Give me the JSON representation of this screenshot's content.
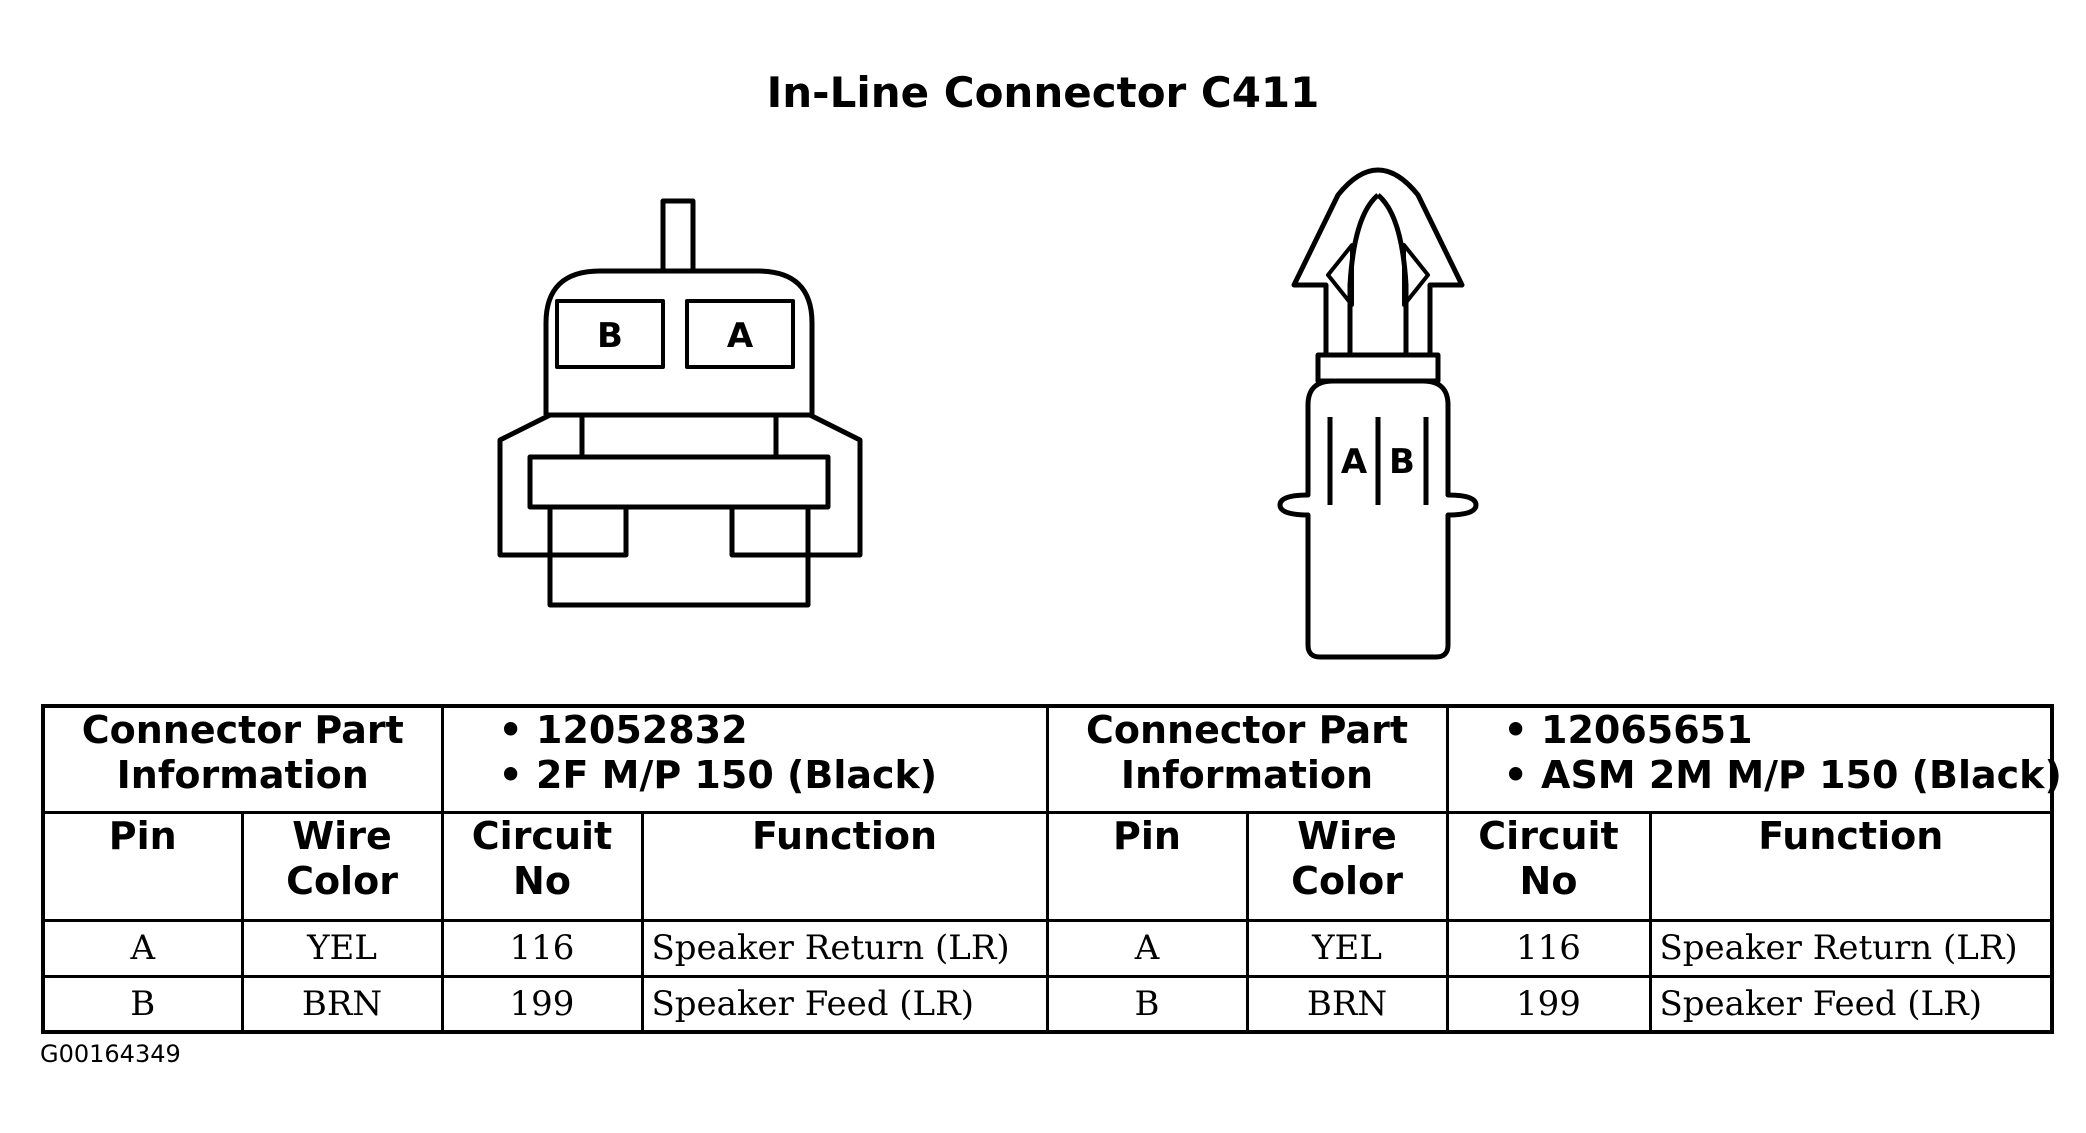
{
  "title": "In-Line Connector C411",
  "figure_id": "G00164349",
  "connector_views": {
    "left": {
      "pins": [
        "B",
        "A"
      ]
    },
    "right": {
      "pins": [
        "A",
        "B"
      ]
    }
  },
  "table": {
    "info_label": [
      "Connector Part",
      "Information"
    ],
    "left": {
      "part_info": [
        "12052832",
        "2F M/P 150 (Black)"
      ]
    },
    "right": {
      "part_info": [
        "12065651",
        "ASM 2M M/P 150 (Black)"
      ]
    },
    "columns": {
      "pin": "Pin",
      "wire_color": [
        "Wire",
        "Color"
      ],
      "circuit_no": [
        "Circuit",
        "No"
      ],
      "function": "Function"
    },
    "rows": [
      {
        "pin": "A",
        "wire_color": "YEL",
        "circuit_no": "116",
        "function": "Speaker Return (LR)"
      },
      {
        "pin": "B",
        "wire_color": "BRN",
        "circuit_no": "199",
        "function": "Speaker Feed (LR)"
      }
    ]
  }
}
